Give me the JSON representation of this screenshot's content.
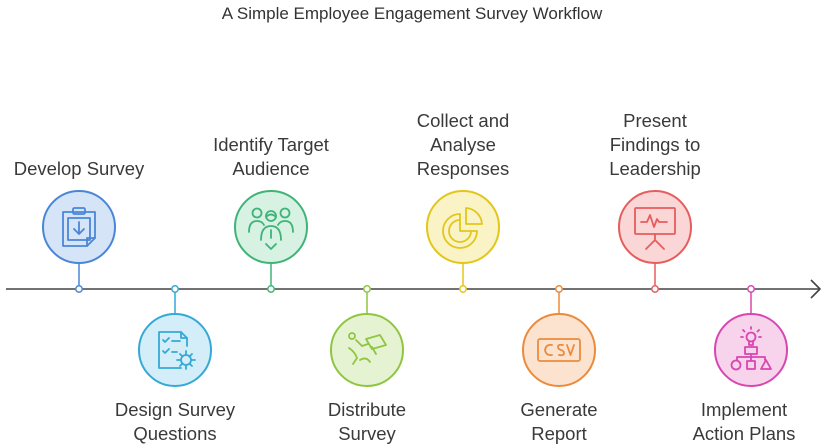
{
  "title": "A Simple Employee Engagement Survey Workflow",
  "steps": [
    {
      "label": "Develop Survey",
      "icon": "clipboard-download-icon",
      "color": "#4a86d8",
      "fill": "#d6e4f7"
    },
    {
      "label": "Design Survey\nQuestions",
      "icon": "checklist-gear-icon",
      "color": "#35a9d6",
      "fill": "#d3eef8"
    },
    {
      "label": "Identify Target\nAudience",
      "icon": "audience-group-icon",
      "color": "#3fb478",
      "fill": "#d7f1e3"
    },
    {
      "label": "Distribute\nSurvey",
      "icon": "hand-send-icon",
      "color": "#8ec63f",
      "fill": "#e6f3d3"
    },
    {
      "label": "Collect and\nAnalyse\nResponses",
      "icon": "pie-chart-icon",
      "color": "#e2c61a",
      "fill": "#faf3c6"
    },
    {
      "label": "Generate\nReport",
      "icon": "csv-file-icon",
      "color": "#ec8a3c",
      "fill": "#fce3cf"
    },
    {
      "label": "Present\nFindings to\nLeadership",
      "icon": "presentation-board-icon",
      "color": "#e65d5d",
      "fill": "#fad6d6"
    },
    {
      "label": "Implement\nAction Plans",
      "icon": "idea-shapes-icon",
      "color": "#d846b0",
      "fill": "#f7d4ec"
    }
  ]
}
